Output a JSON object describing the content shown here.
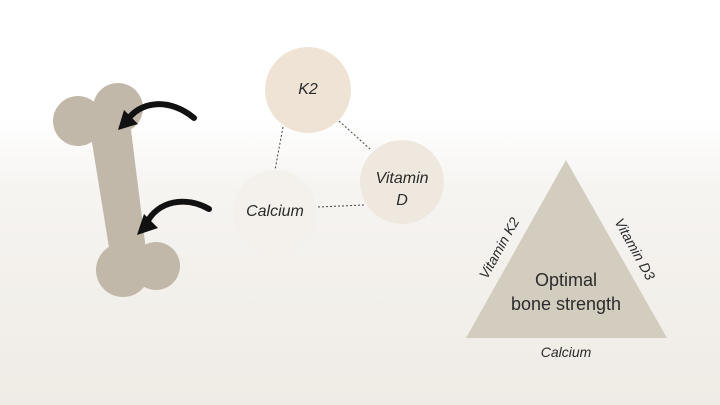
{
  "nodes": {
    "k2": "K2",
    "vitamin_d_line1": "Vitamin",
    "vitamin_d_line2": "D",
    "calcium": "Calcium"
  },
  "triangle": {
    "left_side": "Vitamin K2",
    "right_side": "Vitamin D3",
    "center_line1": "Optimal",
    "center_line2": "bone strength",
    "base": "Calcium"
  },
  "colors": {
    "bone": "#c1b8aa",
    "node_k2": "#efe3d6",
    "node_vitd": "#efe8df",
    "node_calcium": "#f4f1ec",
    "triangle": "#d3cdc0",
    "arrow": "#111111"
  }
}
